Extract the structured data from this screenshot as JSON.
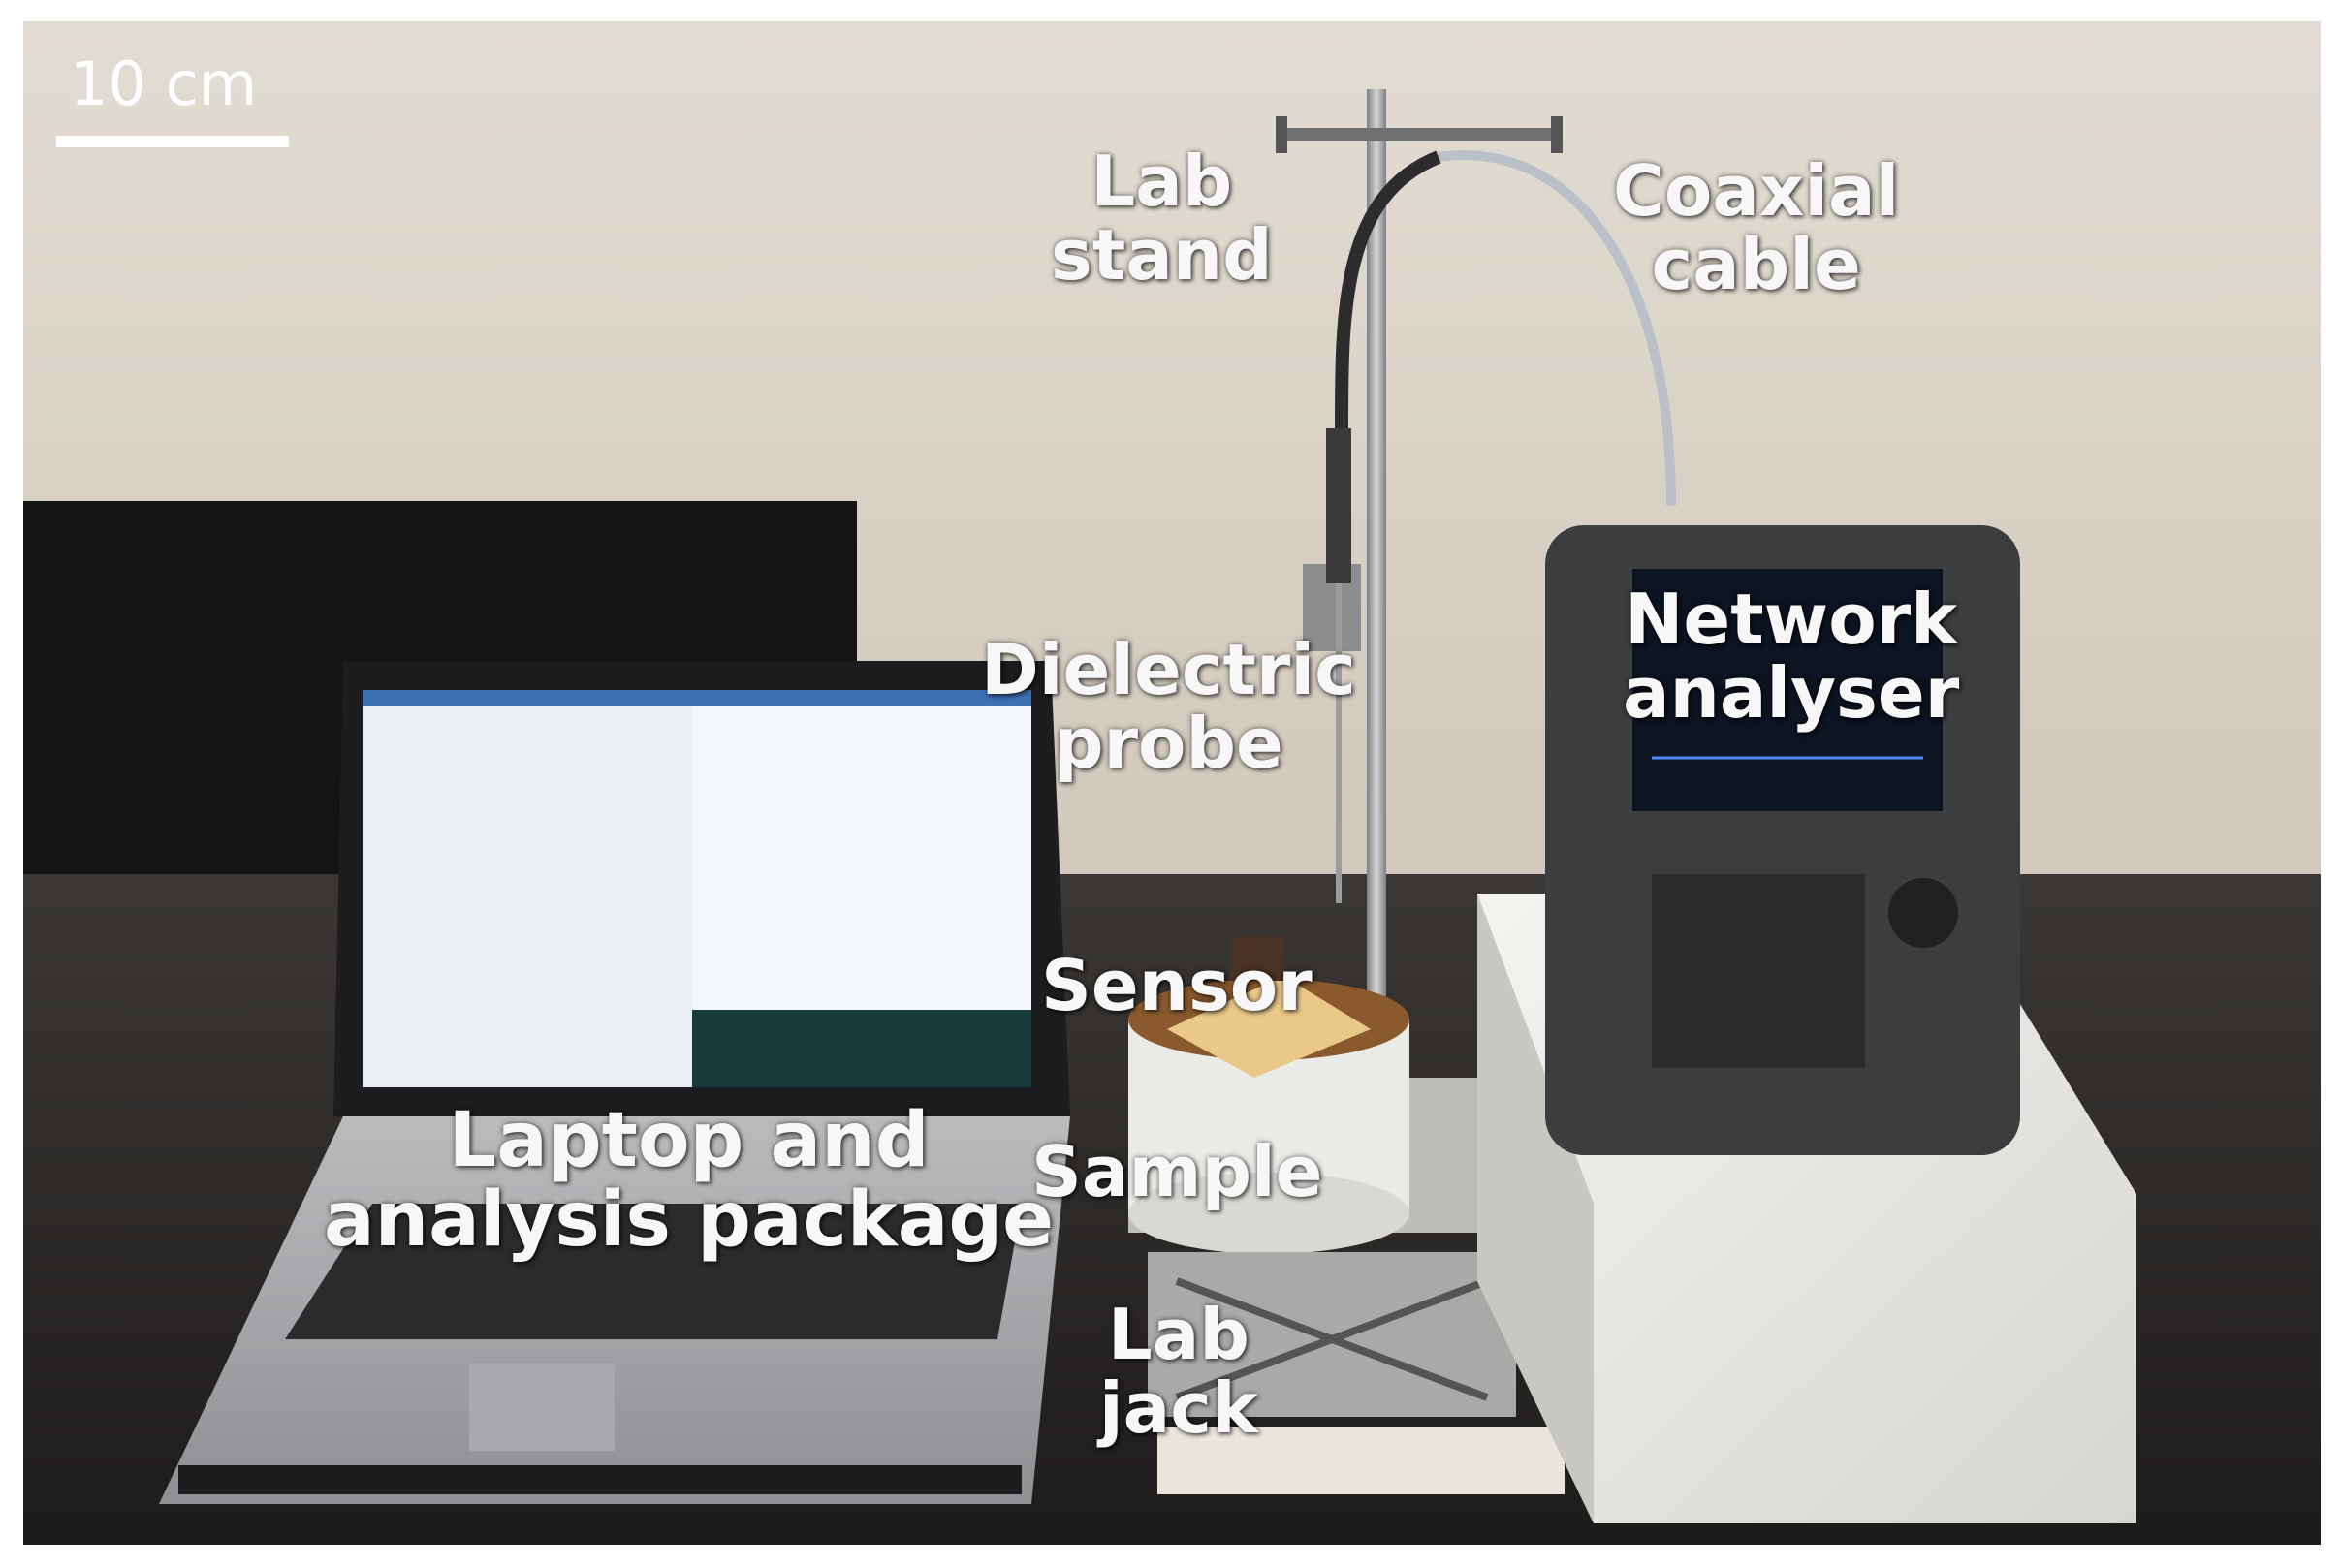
{
  "scale_bar": {
    "label": "10 cm"
  },
  "labels": {
    "lab_stand": [
      "Lab",
      "stand"
    ],
    "coaxial_cable": [
      "Coaxial",
      "cable"
    ],
    "dielectric_probe": [
      "Dielectric",
      "probe"
    ],
    "network_analyser": [
      "Network",
      "analyser"
    ],
    "sensor": [
      "Sensor"
    ],
    "laptop": [
      "Laptop and",
      "analysis package"
    ],
    "sample": [
      "Sample"
    ],
    "lab_jack": [
      "Lab",
      "jack"
    ]
  },
  "colors": {
    "wall": "#d9d3c8",
    "bench": "#2a2826",
    "label_text": "#f7f7f7"
  }
}
